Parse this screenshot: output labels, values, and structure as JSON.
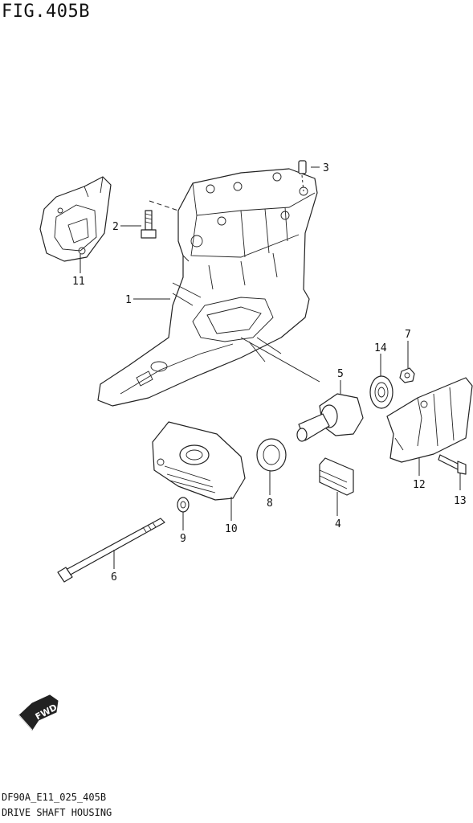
{
  "figure": {
    "title": "FIG.405B",
    "code": "DF90A_E11_025_405B",
    "name": "DRIVE SHAFT HOUSING"
  },
  "callouts": [
    {
      "id": "1",
      "label": "1"
    },
    {
      "id": "2",
      "label": "2"
    },
    {
      "id": "3",
      "label": "3"
    },
    {
      "id": "4",
      "label": "4"
    },
    {
      "id": "5",
      "label": "5"
    },
    {
      "id": "6",
      "label": "6"
    },
    {
      "id": "7",
      "label": "7"
    },
    {
      "id": "8",
      "label": "8"
    },
    {
      "id": "9",
      "label": "9"
    },
    {
      "id": "10",
      "label": "10"
    },
    {
      "id": "11",
      "label": "11"
    },
    {
      "id": "12",
      "label": "12"
    },
    {
      "id": "13",
      "label": "13"
    },
    {
      "id": "14",
      "label": "14"
    }
  ],
  "direction_badge": {
    "label": "FWD",
    "icon": "fwd-arrow-icon"
  }
}
